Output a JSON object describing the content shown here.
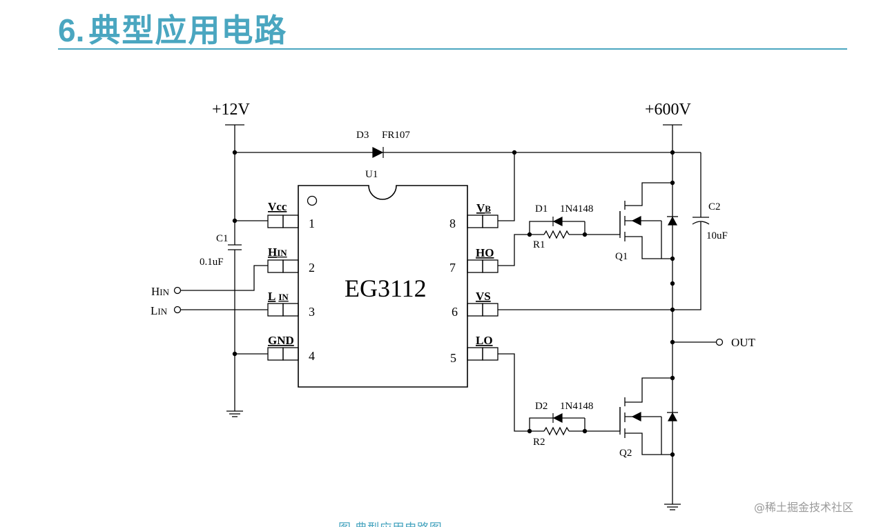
{
  "header": {
    "number": "6.",
    "title": "典型应用电路"
  },
  "caption": "图                   典型应用电路图",
  "watermark": "@稀土掘金技术社区",
  "schematic": {
    "chip_name": "EG3112",
    "chip_ref": "U1",
    "supply_low": "+12V",
    "supply_high": "+600V",
    "diode_d3": {
      "ref": "D3",
      "part": "FR107"
    },
    "capacitor_c1": {
      "ref": "C1",
      "value": "0.1uF"
    },
    "capacitor_c2": {
      "ref": "C2",
      "value": "10uF"
    },
    "diode_d1": {
      "ref": "D1",
      "part": "1N4148"
    },
    "diode_d2": {
      "ref": "D2",
      "part": "1N4148"
    },
    "resistor_r1": "R1",
    "resistor_r2": "R2",
    "mosfet_q1": "Q1",
    "mosfet_q2": "Q2",
    "output_label": "OUT",
    "input_hin": {
      "main": "H",
      "sub": "IN"
    },
    "input_lin": {
      "main": "L",
      "sub": "IN"
    },
    "pins_left": [
      {
        "number": "1",
        "name_main": "Vcc",
        "name_sub": ""
      },
      {
        "number": "2",
        "name_main": "H",
        "name_sub": "IN"
      },
      {
        "number": "3",
        "name_main": "L",
        "name_sub": "IN"
      },
      {
        "number": "4",
        "name_main": "GND",
        "name_sub": ""
      }
    ],
    "pins_right": [
      {
        "number": "8",
        "name_main": "V",
        "name_sub": "B"
      },
      {
        "number": "7",
        "name_main": "HO",
        "name_sub": ""
      },
      {
        "number": "6",
        "name_main": "VS",
        "name_sub": ""
      },
      {
        "number": "5",
        "name_main": "LO",
        "name_sub": ""
      }
    ]
  }
}
